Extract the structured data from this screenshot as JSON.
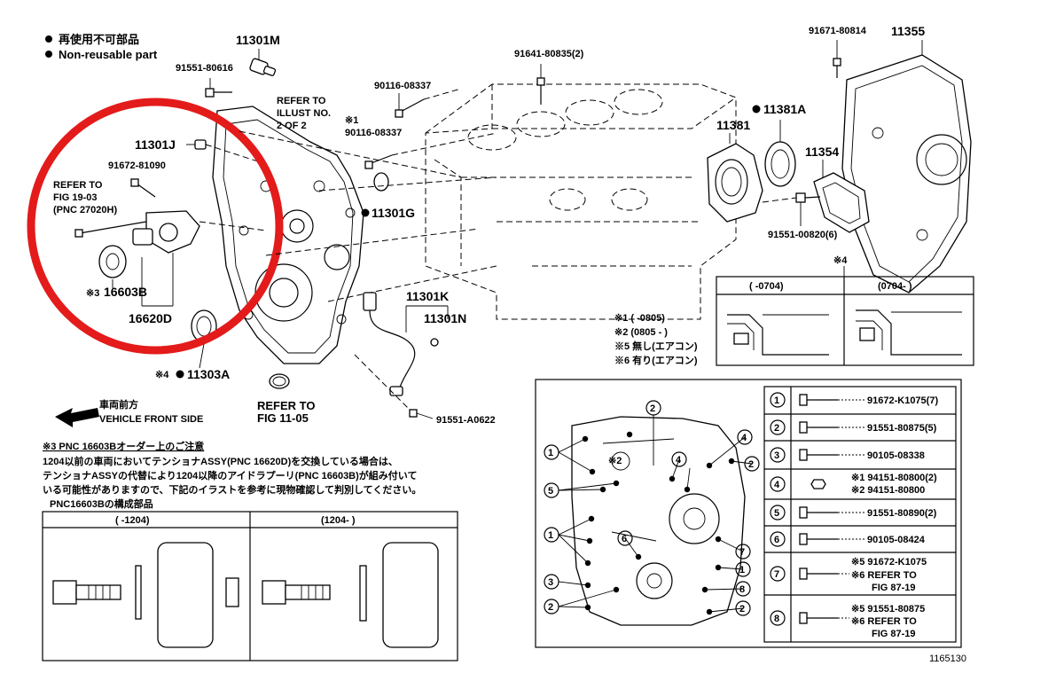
{
  "legend": {
    "jp": "再使用不可部品",
    "en": "Non-reusable part"
  },
  "callouts": {
    "p11301M": "11301M",
    "p91551_80616": "91551-80616",
    "refer_illust_1": "REFER TO",
    "refer_illust_2": "ILLUST NO.",
    "refer_illust_3": "2 OF 2",
    "p90116_08337a": "90116-08337",
    "p90116_08337b_mark": "※1",
    "p90116_08337b": "90116-08337",
    "p91641_80835": "91641-80835(2)",
    "p91671_80814": "91671-80814",
    "p11355": "11355",
    "p11381": "11381",
    "p11381A": "11381A",
    "p11354": "11354",
    "p91551_00820": "91551-00820(6)",
    "p11301J": "11301J",
    "p91672_81090": "91672-81090",
    "refer_fig_1": "REFER TO",
    "refer_fig_2": "FIG 19-03",
    "refer_fig_3": "(PNC 27020H)",
    "p16603B_mark": "※3",
    "p16603B": "16603B",
    "p16620D": "16620D",
    "p11301G": "11301G",
    "p11301K": "11301K",
    "p11301N": "11301N",
    "p11303A_mark": "※4",
    "p11303A": "11303A",
    "refer_fig1105_1": "REFER TO",
    "refer_fig1105_2": "FIG 11-05",
    "p91551_A0622": "91551-A0622",
    "vehicle_jp": "車両前方",
    "vehicle_en": "VEHICLE FRONT SIDE",
    "note4_mark": "※4"
  },
  "inset_seal": {
    "col1": "( -0704)",
    "col2": "(0704- )"
  },
  "footnotes": [
    "※1 (        -0805)",
    "※2 (0805 -      )",
    "※5 無し(エアコン)",
    "※6 有り(エアコン)"
  ],
  "note3": {
    "title": "※3 PNC 16603Bオーダー上のご注意",
    "line1": "1204以前の車両においてテンショナASSY(PNC 16620D)を交換している場合は、",
    "line2": "テンショナASSYの代替により1204以降のアイドラプーリ(PNC 16603B)が組み付いて",
    "line3": "いる可能性がありますので、下記のイラストを参考に現物確認して判別してください。",
    "line4": "PNC16603Bの構成部品",
    "col1": "(     -1204)",
    "col2": "(1204-      )"
  },
  "bolt_table": [
    {
      "num": "1",
      "parts": [
        "91672-K1075(7)"
      ]
    },
    {
      "num": "2",
      "parts": [
        "91551-80875(5)"
      ]
    },
    {
      "num": "3",
      "parts": [
        "90105-08338"
      ]
    },
    {
      "num": "4",
      "parts": [
        "※1 94151-80800(2)",
        "※2 94151-80800"
      ]
    },
    {
      "num": "5",
      "parts": [
        "91551-80890(2)"
      ]
    },
    {
      "num": "6",
      "parts": [
        "90105-08424"
      ]
    },
    {
      "num": "7",
      "parts": [
        "※5 91672-K1075",
        "※6 REFER TO",
        "FIG 87-19"
      ]
    },
    {
      "num": "8",
      "parts": [
        "※5 91551-80875",
        "※6 REFER TO",
        "FIG 87-19"
      ]
    }
  ],
  "cover_callouts": {
    "n2_top": "2",
    "n2_mark": "※2",
    "n1a": "1",
    "n4a": "4",
    "n4b": "4",
    "n2b": "2",
    "n5": "5",
    "n1b": "1",
    "n6": "6",
    "n7": "7",
    "n1c": "1",
    "n3": "3",
    "n8": "8",
    "n2c": "2",
    "n2d": "2"
  },
  "figure_id": "1165130"
}
